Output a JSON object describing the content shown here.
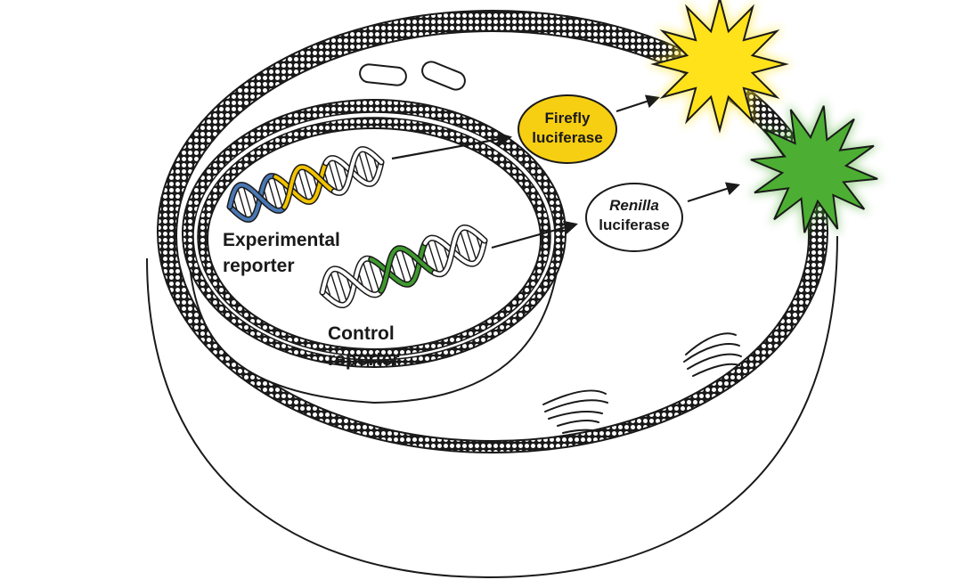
{
  "labels": {
    "experimental_reporter_line1": "Experimental",
    "experimental_reporter_line2": "reporter",
    "control_reporter_line1": "Control",
    "control_reporter_line2": "reporter",
    "firefly_line1": "Firefly",
    "firefly_line2": "luciferase",
    "renilla_line1": "Renilla",
    "renilla_line2": "luciferase"
  },
  "colors": {
    "outline": "#1a1a1a",
    "membrane_dot": "#ffffff",
    "dna_blue": "#4a78b5",
    "dna_yellow": "#f2c300",
    "dna_green": "#3f9a2e",
    "dna_plain": "#ffffff",
    "firefly_fill": "#f7cf12",
    "firefly_star": "#ffe21a",
    "renilla_fill": "#ffffff",
    "renilla_star": "#4caf33"
  }
}
